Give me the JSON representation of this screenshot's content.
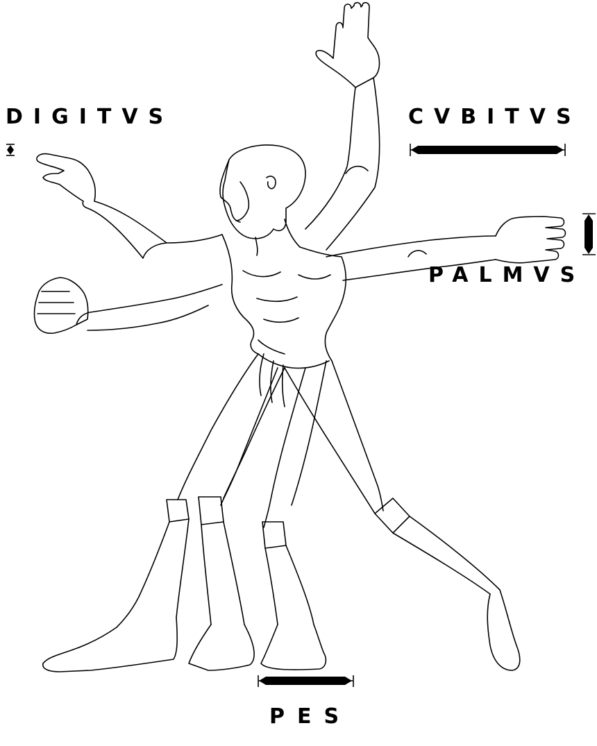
{
  "labels": {
    "digitus": "DIGITVS",
    "cubitus": "CVBITVS",
    "palmus": "PALMVS",
    "pes": "PES"
  },
  "colors": {
    "ink": "#000000",
    "paper": "#ffffff"
  }
}
